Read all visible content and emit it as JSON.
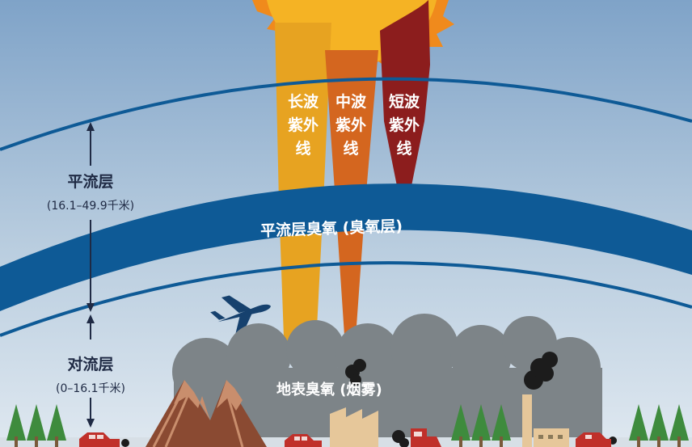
{
  "stratosphere": {
    "name": "平流层",
    "range": "(16.1–49.9千米)"
  },
  "troposphere": {
    "name": "对流层",
    "range": "(0–16.1千米)"
  },
  "uv_rays": [
    {
      "label": "长波\n紫外\n线",
      "color": "#e7a321"
    },
    {
      "label": "中波\n紫外\n线",
      "color": "#d4661f"
    },
    {
      "label": "短波\n紫外\n线",
      "color": "#8c1d1d"
    }
  ],
  "ozone_layer_label": "平流层臭氧 (臭氧层)",
  "ground_ozone_label": "地表臭氧 (烟雾)",
  "colors": {
    "sky_top": "#7fa3c8",
    "sky_bottom": "#dbe6ef",
    "ozone_band": "#0e5a96",
    "sun": "#f5b324",
    "smog": "#7d8488",
    "mountain": "#8a4a32",
    "tree": "#3e8b3d",
    "factory": "#e6c79a",
    "car": "#c0302a",
    "plane": "#16416e"
  }
}
